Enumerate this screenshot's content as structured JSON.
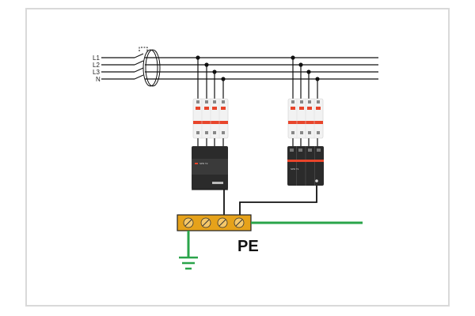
{
  "diagram": {
    "conductors": [
      {
        "name": "L1",
        "label": "L1"
      },
      {
        "name": "L2",
        "label": "L2"
      },
      {
        "name": "L3",
        "label": "L3"
      },
      {
        "name": "N",
        "label": "N"
      }
    ],
    "earth_bar_label": "PE",
    "spd_left_caption": "SPD T2",
    "spd_right_caption": "SPD T1",
    "colors": {
      "wire": "#111111",
      "earth_wire": "#2aa44a",
      "terminal_bar": "#e6a21a",
      "breaker_body": "#f2f2f2",
      "breaker_accent": "#e8452b",
      "spd_body": "#2b2b2b",
      "frame": "#d9d9d9"
    }
  }
}
